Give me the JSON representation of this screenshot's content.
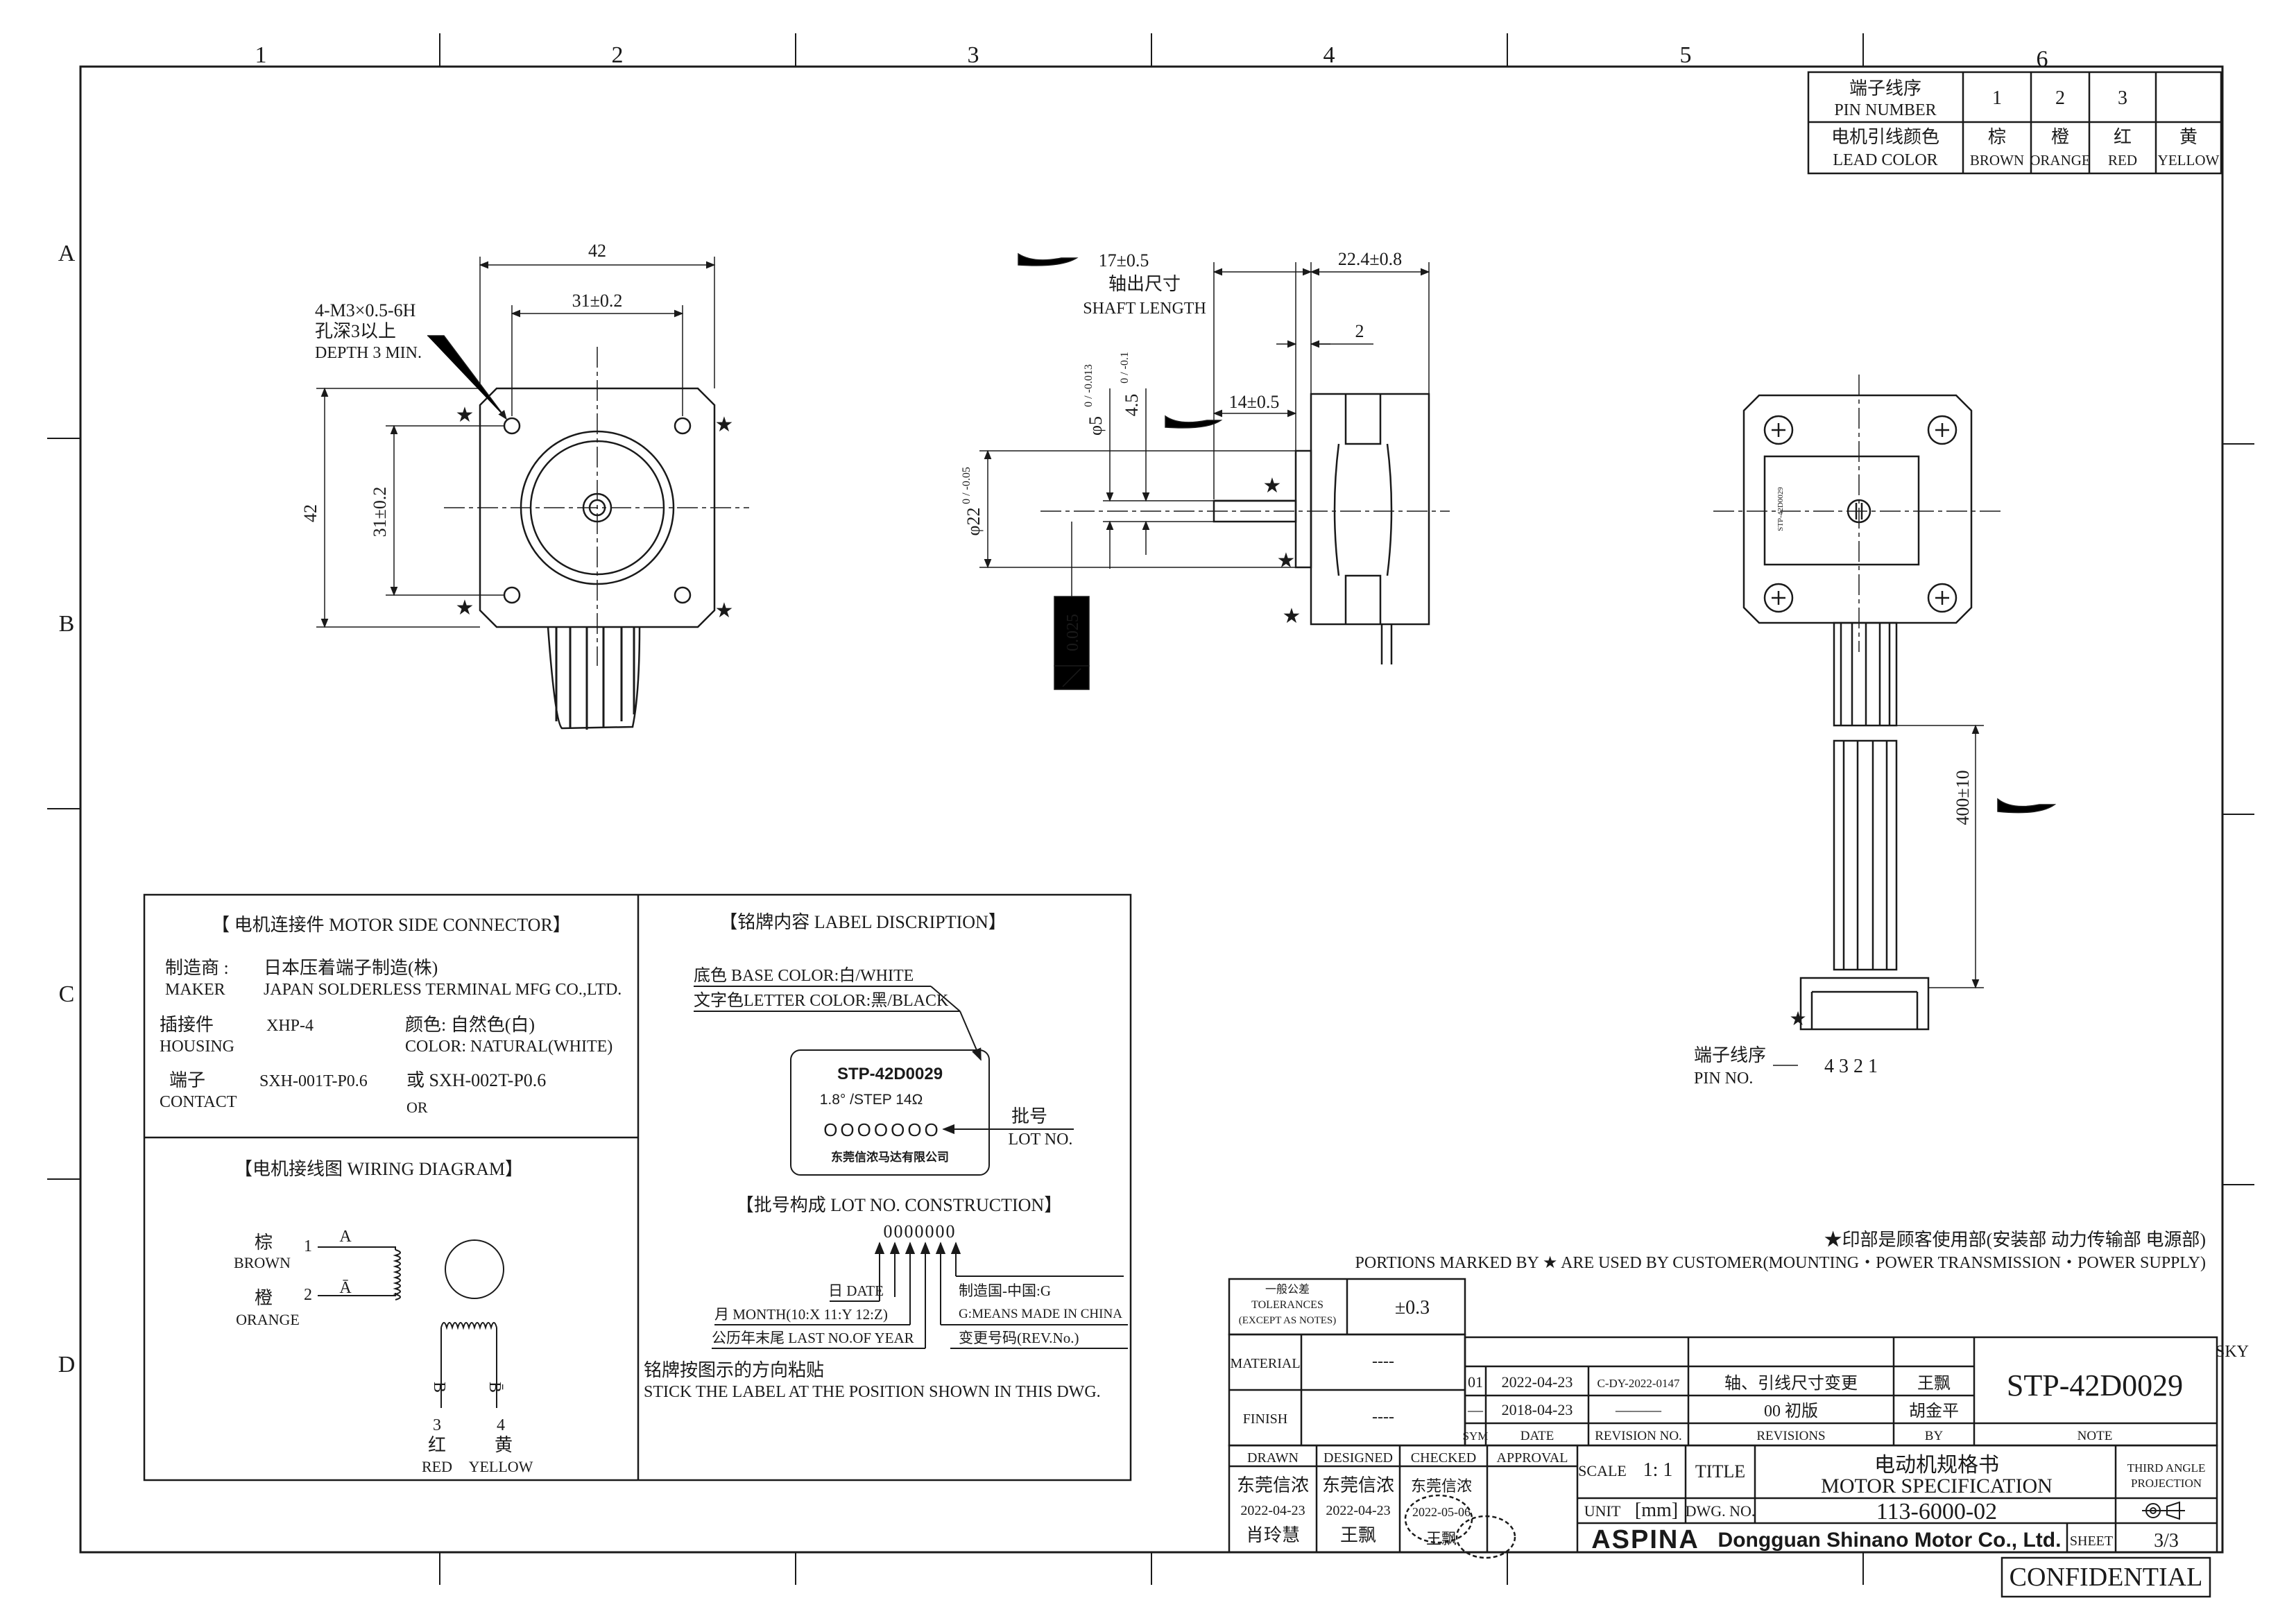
{
  "border": {
    "columns": [
      "1",
      "2",
      "3",
      "4",
      "5",
      "6"
    ],
    "rows": [
      "A",
      "B",
      "C",
      "D"
    ]
  },
  "pin_table": {
    "header_cn": "端子线序",
    "header_en": "PIN NUMBER",
    "color_cn": "电机引线颜色",
    "color_en": "LEAD COLOR",
    "pins": [
      {
        "num": "1",
        "cn": "棕",
        "en": "BROWN"
      },
      {
        "num": "2",
        "cn": "橙",
        "en": "ORANGE"
      },
      {
        "num": "3",
        "cn": "红",
        "en": "RED"
      },
      {
        "num": "",
        "cn": "黄",
        "en": "YELLOW"
      }
    ]
  },
  "front_view": {
    "width": "42",
    "hole_pitch_h": "31±0.2",
    "height": "42",
    "hole_pitch_v": "31±0.2",
    "thread_1": "4-M3×0.5-6H",
    "thread_2": "孔深3以上",
    "thread_3": "DEPTH 3 MIN."
  },
  "side_view": {
    "shaft_len": "17±0.5",
    "shaft_cn": "轴出尺寸",
    "shaft_en": "SHAFT LENGTH",
    "body_len": "22.4±0.8",
    "flange": "2",
    "flat_len": "14±0.5",
    "dia_shaft": "φ5",
    "dia_shaft_tol": "0 / -0.013",
    "flat": "4.5",
    "flat_tol": "0 / -0.1",
    "pilot": "φ22",
    "pilot_tol": "0 / -0.05",
    "runout": "0.025"
  },
  "rear_view": {
    "lead_len": "400±10",
    "pin_cn": "端子线序",
    "pin_en": "PIN NO.",
    "pin_order": "4 3 2 1",
    "label_model": "STP-42D0029"
  },
  "connector": {
    "title": "【 电机连接件 MOTOR SIDE CONNECTOR】",
    "maker_k_cn": "制造商 :",
    "maker_k_en": "MAKER",
    "maker_v_cn": "日本压着端子制造(株)",
    "maker_v_en": "JAPAN SOLDERLESS TERMINAL MFG CO.,LTD.",
    "housing_k_cn": "插接件",
    "housing_k_en": "HOUSING",
    "housing_v": "XHP-4",
    "color_cn": "颜色: 自然色(白)",
    "color_en": "COLOR: NATURAL(WHITE)",
    "contact_k_cn": "端子",
    "contact_k_en": "CONTACT",
    "contact_v": "SXH-001T-P0.6",
    "contact_or_cn": "或 SXH-002T-P0.6",
    "contact_or_en": "OR"
  },
  "wiring": {
    "title": "【电机接线图 WIRING DIAGRAM】",
    "brown_cn": "棕",
    "brown_en": "BROWN",
    "orange_cn": "橙",
    "orange_en": "ORANGE",
    "n1": "1",
    "n2": "2",
    "n3": "3",
    "n4": "4",
    "a1": "A",
    "a2": "Ā",
    "b1": "B",
    "b2": "B̄",
    "red_cn": "红",
    "red_en": "RED",
    "yellow_cn": "黄",
    "yellow_en": "YELLOW"
  },
  "label_desc": {
    "title": "【铭牌内容 LABEL DISCRIPTION】",
    "base_color": "底色 BASE COLOR:白/WHITE",
    "letter_color": "文字色LETTER COLOR:黑/BLACK",
    "model": "STP-42D0029",
    "step": "1.8° /STEP 14Ω",
    "lot": "OOOOOOO",
    "company": "东莞信浓马达有限公司",
    "lot_cn": "批号",
    "lot_en": "LOT NO."
  },
  "lot_construction": {
    "title": "【批号构成 LOT NO. CONSTRUCTION】",
    "code": "0000000",
    "date": "日 DATE",
    "month": "月 MONTH(10:X 11:Y 12:Z)",
    "year": "公历年末尾 LAST NO.OF YEAR",
    "country_cn": "制造国-中国:G",
    "country_en": "G:MEANS MADE IN CHINA",
    "rev": "变更号码(REV.No.)",
    "stick_cn": "铭牌按图示的方向粘贴",
    "stick_en": "STICK THE LABEL AT THE POSITION SHOWN IN THIS DWG."
  },
  "notes": {
    "star_cn": "★印部是顾客使用部(安装部 动力传输部 电源部)",
    "star_en": "PORTIONS MARKED BY ★ ARE USED BY CUSTOMER(MOUNTING・POWER TRANSMISSION・POWER SUPPLY)"
  },
  "title_block": {
    "tol_cn": "一般公差",
    "tol_en": "TOLERANCES",
    "tol_note": "(EXCEPT AS NOTES)",
    "tol_value": "±0.3",
    "material": "MATERIAL",
    "material_v": "----",
    "finish": "FINISH",
    "finish_v": "----",
    "rev1_sym": "01",
    "rev1_date": "2022-04-23",
    "rev1_no": "C-DY-2022-0147",
    "rev1_text": "轴、引线尺寸变更",
    "rev1_by": "王飘",
    "rev0_sym": "—",
    "rev0_date": "2018-04-23",
    "rev0_no": "———",
    "rev0_text": "00 初版",
    "rev0_by": "胡金平",
    "h_sym": "SYM",
    "h_date": "DATE",
    "h_revno": "REVISION NO.",
    "h_revs": "REVISIONS",
    "h_by": "BY",
    "h_note": "NOTE",
    "part_no": "STP-42D0029",
    "drawn": "DRAWN",
    "designed": "DESIGNED",
    "checked": "CHECKED",
    "approval": "APPROVAL",
    "drawn_co": "东莞信浓",
    "drawn_date": "2022-04-23",
    "drawn_name": "肖玲慧",
    "designed_co": "东莞信浓",
    "designed_date": "2022-04-23",
    "designed_name": "王飘",
    "checked_stamp": "东莞信浓",
    "checked_date": "2022-05-06",
    "checked_name": "王飘",
    "scale_k": "SCALE",
    "scale_v": "1: 1",
    "title_k": "TITLE",
    "title_cn": "电动机规格书",
    "title_en": "MOTOR SPECIFICATION",
    "unit_k": "UNIT",
    "unit_v": "[mm]",
    "dwg_k": "DWG. NO.",
    "dwg_v": "113-6000-02",
    "third_angle_1": "THIRD ANGLE",
    "third_angle_2": "PROJECTION",
    "logo": "ASPINA",
    "company": "Dongguan Shinano Motor Co., Ltd.",
    "sheet_k": "SHEET",
    "sheet_v": "3/3",
    "sky": "SKY",
    "confidential": "CONFIDENTIAL"
  }
}
